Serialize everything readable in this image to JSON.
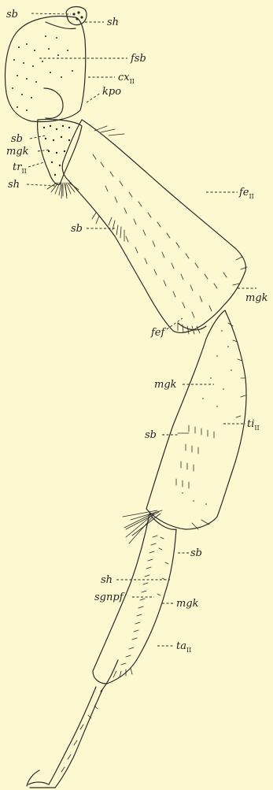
{
  "labels": {
    "sb_top": "sb",
    "sh_top": "sh",
    "fsb": "fsb",
    "cx": "cx",
    "cx_sub": "II",
    "kpo": "kpo",
    "sb_tr": "sb",
    "mgk_tr": "mgk",
    "tr": "tr",
    "tr_sub": "II",
    "sh_tr": "sh",
    "fe": "fe",
    "fe_sub": "II",
    "sb_fe": "sb",
    "mgk_fe": "mgk",
    "fef": "fef",
    "mgk_ti": "mgk",
    "ti": "ti",
    "ti_sub": "II",
    "sb_ti": "sb",
    "sb_ta": "sb",
    "sh_ta": "sh",
    "sgnpf": "sgnpf",
    "mgk_ta": "mgk",
    "ta": "ta",
    "ta_sub": "II"
  }
}
